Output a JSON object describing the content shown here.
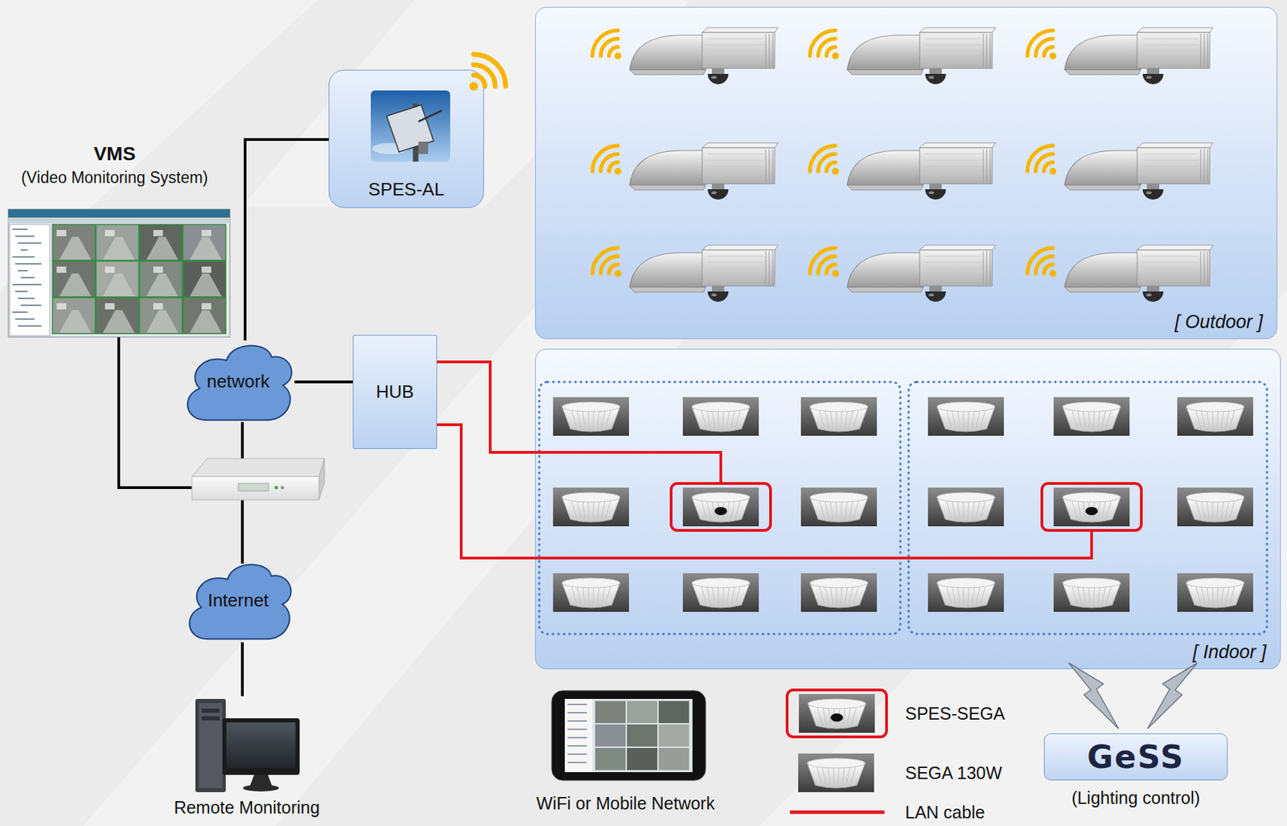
{
  "diagram": {
    "nodes": [
      {
        "text": [
          "VMS",
          "(Video Monitoring System)"
        ]
      },
      {
        "text": [
          "SPES-AL"
        ]
      },
      {
        "text": [
          "[ Outdoor ]"
        ]
      },
      {
        "text": [
          "network"
        ]
      },
      {
        "text": [
          "HUB"
        ]
      },
      {
        "text": [
          "[ Indoor ]"
        ]
      },
      {
        "text": [
          "Internet"
        ]
      },
      {
        "text": [
          "Remote Monitoring"
        ]
      },
      {
        "text": [
          "GeSS",
          "(Lighting control)"
        ]
      }
    ],
    "edges": [
      {
        "from": 3,
        "to": 1,
        "arrow": "none"
      },
      {
        "from": 3,
        "to": 4,
        "arrow": "none"
      },
      {
        "from": 6,
        "to": 7,
        "arrow": "none"
      }
    ],
    "labels": [
      "WiFi or Mobile Network"
    ],
    "legend": [
      {
        "text": "SPES-SEGA"
      },
      {
        "text": "SEGA 130W"
      },
      {
        "text": "LAN cable"
      }
    ]
  }
}
